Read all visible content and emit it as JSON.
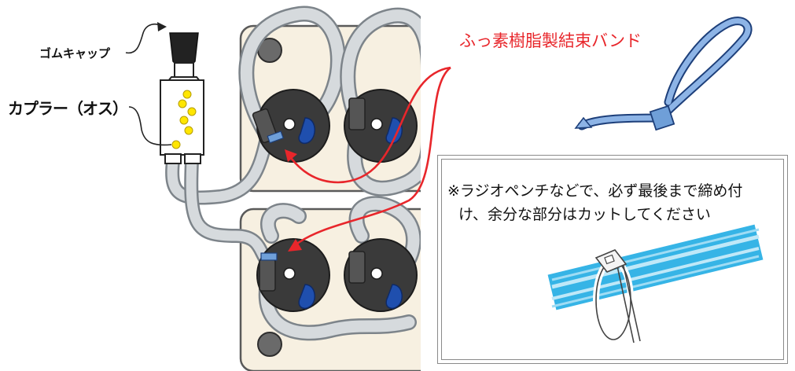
{
  "labels": {
    "rubber_cap": "ゴムキャップ",
    "coupler": "カプラー（オス）",
    "fluororesin_band": "ふっ素樹脂製結束バンド"
  },
  "note": {
    "line1": "※ラジオペンチなどで、必ず最後まで締め付",
    "line2": "け、余分な部分はカットしてください"
  },
  "colors": {
    "accent_red": "#e8262b",
    "panel": "#f7f0e1",
    "band_blue": "#6f9fd8",
    "tube": "#c9ced3",
    "cap_dark": "#2b2b2b",
    "hose_cyan": "#36b4e6"
  }
}
